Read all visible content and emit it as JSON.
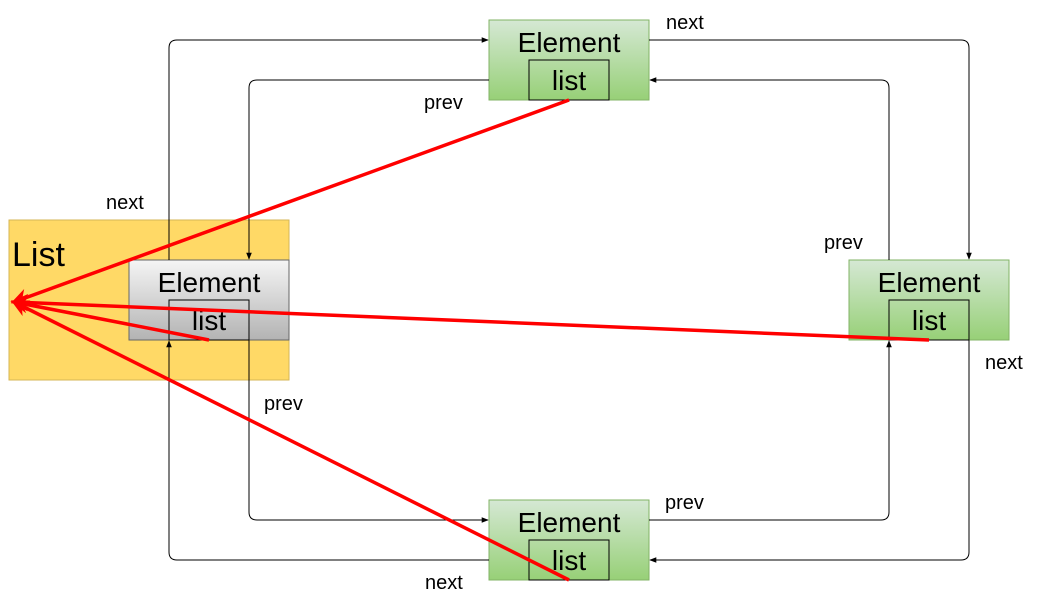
{
  "list_container": {
    "label": "List",
    "fill": "#FFD966",
    "stroke": "#D6B656"
  },
  "elements": [
    {
      "id": "sentinel",
      "title": "Element",
      "field": "list"
    },
    {
      "id": "top",
      "title": "Element",
      "field": "list"
    },
    {
      "id": "right",
      "title": "Element",
      "field": "list"
    },
    {
      "id": "bottom",
      "title": "Element",
      "field": "list"
    }
  ],
  "edge_labels": {
    "next_sentinel_top": "next",
    "next_top_right": "next",
    "next_right_bottom": "next",
    "next_bottom_sentinel": "next",
    "prev_top_sentinel": "prev",
    "prev_right_top": "prev",
    "prev_bottom_right": "prev",
    "prev_sentinel_bottom": "prev"
  },
  "colors": {
    "element_fill_top": "#D5E8D4",
    "element_fill_bottom": "#97D077",
    "element_stroke": "#82B366",
    "sentinel_fill_top": "#F5F5F5",
    "sentinel_fill_bottom": "#B3B3B3",
    "sentinel_stroke": "#666666",
    "pointer_arrow": "#FF0000"
  }
}
